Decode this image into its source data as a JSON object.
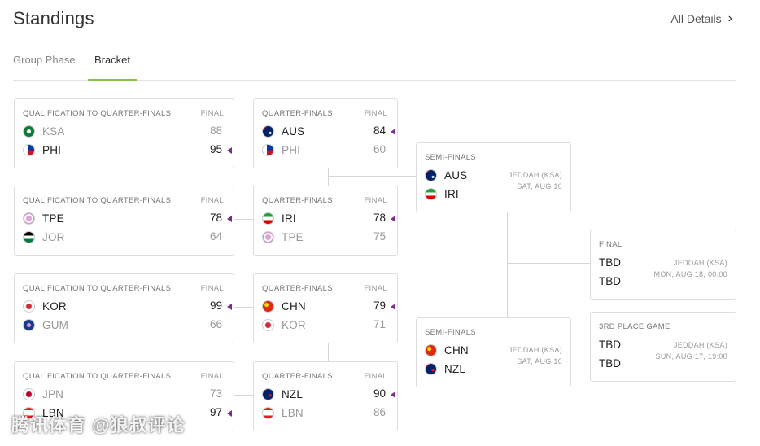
{
  "header": {
    "title": "Standings",
    "all_details": "All Details"
  },
  "tabs": [
    {
      "label": "Group Phase",
      "active": false
    },
    {
      "label": "Bracket",
      "active": true
    }
  ],
  "qualification": [
    {
      "stage": "QUALIFICATION TO QUARTER-FINALS",
      "status": "FINAL",
      "teams": [
        {
          "code": "KSA",
          "score": "88",
          "flag": "saudi-arabia-flag",
          "winner": false
        },
        {
          "code": "PHI",
          "score": "95",
          "flag": "philippines-flag",
          "winner": true
        }
      ]
    },
    {
      "stage": "QUALIFICATION TO QUARTER-FINALS",
      "status": "FINAL",
      "teams": [
        {
          "code": "TPE",
          "score": "78",
          "flag": "chinese-taipei-flag",
          "winner": true
        },
        {
          "code": "JOR",
          "score": "64",
          "flag": "jordan-flag",
          "winner": false
        }
      ]
    },
    {
      "stage": "QUALIFICATION TO QUARTER-FINALS",
      "status": "FINAL",
      "teams": [
        {
          "code": "KOR",
          "score": "99",
          "flag": "korea-flag",
          "winner": true
        },
        {
          "code": "GUM",
          "score": "66",
          "flag": "guam-flag",
          "winner": false
        }
      ]
    },
    {
      "stage": "QUALIFICATION TO QUARTER-FINALS",
      "status": "FINAL",
      "teams": [
        {
          "code": "JPN",
          "score": "73",
          "flag": "japan-flag",
          "winner": false
        },
        {
          "code": "LBN",
          "score": "97",
          "flag": "lebanon-flag",
          "winner": true
        }
      ]
    }
  ],
  "quarterfinals": [
    {
      "stage": "QUARTER-FINALS",
      "status": "FINAL",
      "teams": [
        {
          "code": "AUS",
          "score": "84",
          "flag": "australia-flag",
          "winner": true
        },
        {
          "code": "PHI",
          "score": "60",
          "flag": "philippines-flag",
          "winner": false
        }
      ]
    },
    {
      "stage": "QUARTER-FINALS",
      "status": "FINAL",
      "teams": [
        {
          "code": "IRI",
          "score": "78",
          "flag": "iran-flag",
          "winner": true
        },
        {
          "code": "TPE",
          "score": "75",
          "flag": "chinese-taipei-flag",
          "winner": false
        }
      ]
    },
    {
      "stage": "QUARTER-FINALS",
      "status": "FINAL",
      "teams": [
        {
          "code": "CHN",
          "score": "79",
          "flag": "china-flag",
          "winner": true
        },
        {
          "code": "KOR",
          "score": "71",
          "flag": "korea-flag",
          "winner": false
        }
      ]
    },
    {
      "stage": "QUARTER-FINALS",
      "status": "FINAL",
      "teams": [
        {
          "code": "NZL",
          "score": "90",
          "flag": "new-zealand-flag",
          "winner": true
        },
        {
          "code": "LBN",
          "score": "86",
          "flag": "lebanon-flag",
          "winner": false
        }
      ]
    }
  ],
  "semifinals": [
    {
      "stage": "SEMI-FINALS",
      "venue": "JEDDAH (KSA)",
      "date": "SAT, AUG 16",
      "teams": [
        {
          "code": "AUS",
          "flag": "australia-flag"
        },
        {
          "code": "IRI",
          "flag": "iran-flag"
        }
      ]
    },
    {
      "stage": "SEMI-FINALS",
      "venue": "JEDDAH (KSA)",
      "date": "SAT, AUG 16",
      "teams": [
        {
          "code": "CHN",
          "flag": "china-flag"
        },
        {
          "code": "NZL",
          "flag": "new-zealand-flag"
        }
      ]
    }
  ],
  "final": {
    "stage": "FINAL",
    "venue": "JEDDAH (KSA)",
    "date": "MON, AUG 18, 00:00",
    "teams": [
      "TBD",
      "TBD"
    ]
  },
  "third_place": {
    "stage": "3RD PLACE GAME",
    "venue": "JEDDAH (KSA)",
    "date": "SUN, AUG 17, 19:00",
    "teams": [
      "TBD",
      "TBD"
    ]
  },
  "watermark": "腾讯体育 @狼叔评论",
  "colors": {
    "accent_tab": "#8bc34a",
    "winner_arrow": "#7b2d8e"
  }
}
